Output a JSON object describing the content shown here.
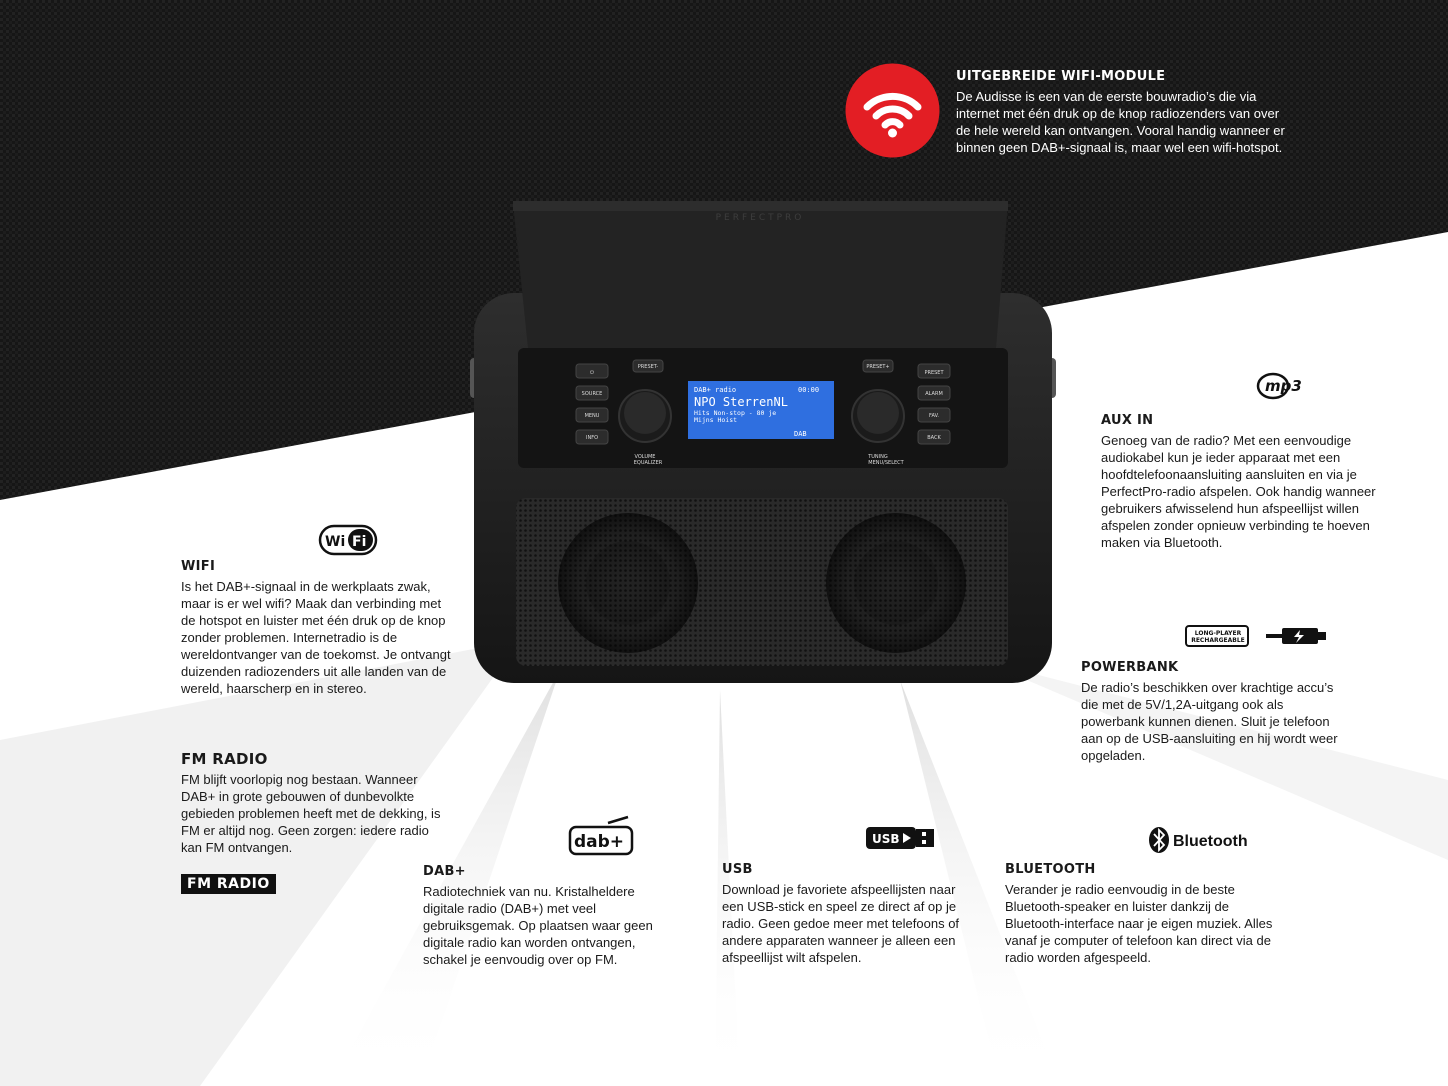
{
  "features": {
    "wifi_module": {
      "title": "UITGEBREIDE WIFI-MODULE",
      "text": "De Audisse is een van de eerste bouwradio’s die via internet met één druk op de knop radiozenders van over de hele wereld kan ontvangen. Vooral handig wanneer er binnen geen DAB+-signaal is, maar wel een wifi-hotspot."
    },
    "aux_in": {
      "title": "AUX IN",
      "text": "Genoeg van de radio? Met een eenvoudige audiokabel kun je ieder apparaat met een hoofdtelefoonaansluiting aansluiten en via je PerfectPro-radio afspelen. Ook handig wanneer gebruikers afwisselend hun afspeellijst willen afspelen zonder opnieuw verbinding te hoeven maken via Bluetooth."
    },
    "wifi": {
      "title": "WIFI",
      "text": "Is het DAB+-signaal in de werkplaats zwak, maar is er wel wifi? Maak dan verbinding met de hotspot en luister met één druk op de knop zonder problemen. Internetradio is de wereldontvanger van de toekomst. Je ontvangt duizenden radiozenders uit alle landen van de wereld, haarscherp en in stereo."
    },
    "powerbank": {
      "title": "POWERBANK",
      "text": "De radio’s beschikken over krachtige accu’s die met de 5V/1,2A-uitgang ook als powerbank kunnen dienen. Sluit je telefoon aan op de USB-aansluiting en hij wordt weer opgeladen."
    },
    "fm_radio": {
      "title": "FM RADIO",
      "text": "FM blijft voorlopig nog bestaan. Wanneer DAB+ in grote gebouwen of dunbevolkte gebieden problemen heeft met de dekking, is FM er altijd nog. Geen zorgen: iedere radio kan FM ontvangen.",
      "badge": "FM RADIO"
    },
    "dab": {
      "title": "DAB+",
      "text": "Radiotechniek van nu. Kristalheldere digitale radio (DAB+) met veel gebruiksgemak. Op plaatsen waar geen digitale radio kan worden ontvangen, schakel je eenvoudig over op FM."
    },
    "usb": {
      "title": "USB",
      "text": "Download je favoriete afspeellijsten naar een USB-stick en speel ze direct af op je radio. Geen gedoe meer met telefoons of andere apparaten wanneer je alleen een afspeellijst wilt afspelen."
    },
    "bluetooth": {
      "title": "BLUETOOTH",
      "text": "Verander je radio eenvoudig in de beste Bluetooth-speaker en luister dankzij de Bluetooth-interface naar je eigen muziek. Alles vanaf je computer of telefoon kan direct via de radio worden afgespeeld."
    }
  },
  "logos": {
    "mp3": "mp3",
    "wifi": "WiFi",
    "dab": "dab+",
    "usb": "USB",
    "bluetooth": "Bluetooth",
    "long_player_1": "LONG-PLAYER",
    "long_player_2": "RECHARGEABLE"
  },
  "radio": {
    "brand": "PERFECTPRO",
    "display_line1": "DAB+ radio",
    "display_time": "00:00",
    "display_station": "NPO SterrenNL",
    "display_line3": "Hits Non-stop - 80 je",
    "display_line4": "Mijns Hoist",
    "display_badge": "DAB",
    "btn_source": "SOURCE",
    "btn_menu": "MENU",
    "btn_info": "INFO",
    "btn_alarm": "ALARM",
    "btn_fav": "FAV.",
    "btn_back": "BACK",
    "btn_preset_minus": "PRESET-",
    "btn_preset_plus": "PRESET+",
    "btn_preset": "PRESET",
    "knob_left_1": "VOLUME",
    "knob_left_2": "EQUALIZER",
    "knob_right_1": "TUNING",
    "knob_right_2": "MENU/SELECT"
  },
  "colors": {
    "dark_bg": "#141414",
    "wifi_red": "#e31e24",
    "display_blue": "#2f6fe0"
  },
  "icons": [
    "wifi-icon",
    "mp3-logo",
    "wifi-logo",
    "long-player-logo",
    "battery-usb-icon",
    "dab-logo",
    "usb-logo",
    "bluetooth-icon"
  ]
}
